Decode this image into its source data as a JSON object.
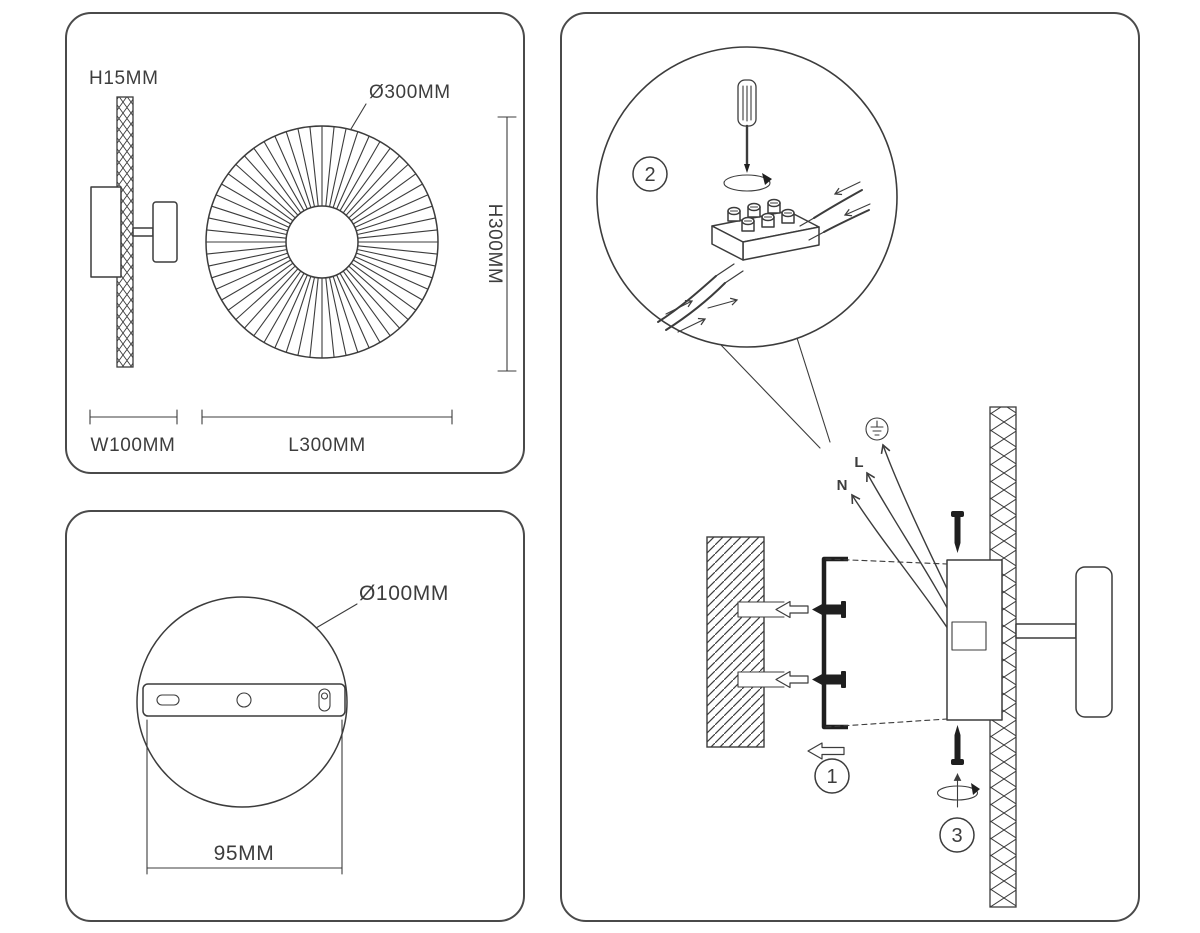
{
  "dimension_panel": {
    "side_height_label": "H15MM",
    "diameter_label": "Ø300MM",
    "height_label": "H300MM",
    "width_label": "W100MM",
    "length_label": "L300MM"
  },
  "base_panel": {
    "diameter_label": "Ø100MM",
    "spacing_label": "95MM"
  },
  "install_panel": {
    "step1": "1",
    "step2": "2",
    "step3": "3",
    "live_label": "L",
    "neutral_label": "N"
  },
  "colors": {
    "line": "#3c3c3c",
    "background": "#ffffff"
  }
}
